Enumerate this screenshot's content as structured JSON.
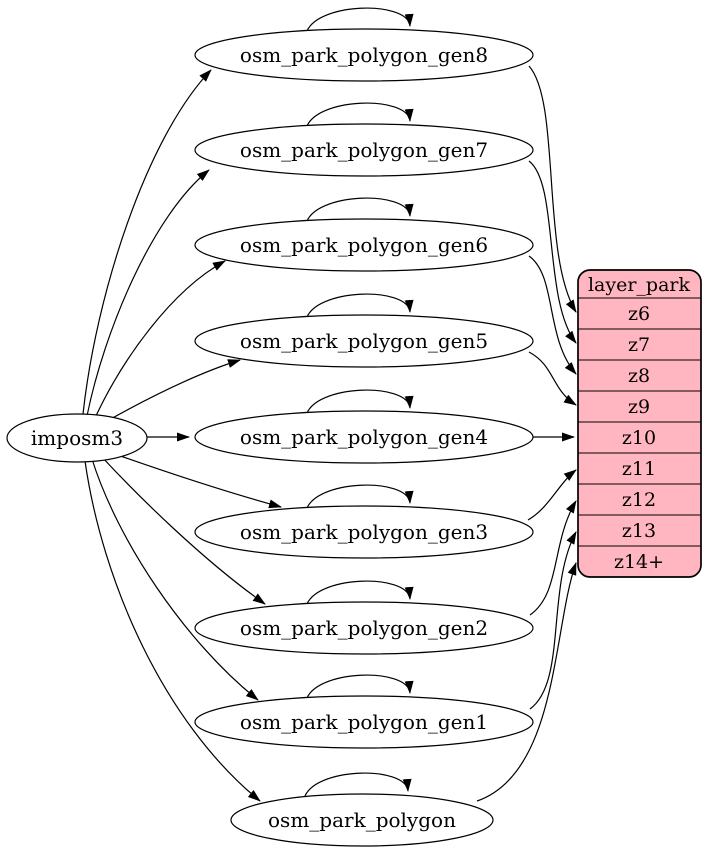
{
  "diagram": {
    "source": {
      "label": "imposm3"
    },
    "tables": [
      {
        "label": "osm_park_polygon_gen8",
        "target_row": "z6"
      },
      {
        "label": "osm_park_polygon_gen7",
        "target_row": "z7"
      },
      {
        "label": "osm_park_polygon_gen6",
        "target_row": "z8"
      },
      {
        "label": "osm_park_polygon_gen5",
        "target_row": "z9"
      },
      {
        "label": "osm_park_polygon_gen4",
        "target_row": "z10"
      },
      {
        "label": "osm_park_polygon_gen3",
        "target_row": "z11"
      },
      {
        "label": "osm_park_polygon_gen2",
        "target_row": "z12"
      },
      {
        "label": "osm_park_polygon_gen1",
        "target_row": "z13"
      },
      {
        "label": "osm_park_polygon",
        "target_row": "z14+"
      }
    ],
    "layer": {
      "title": "layer_park",
      "rows": [
        "z6",
        "z7",
        "z8",
        "z9",
        "z10",
        "z11",
        "z12",
        "z13",
        "z14+"
      ]
    },
    "colors": {
      "layer_fill": "#ffb6c1",
      "node_fill": "#ffffff",
      "stroke": "#000000",
      "background": "#ffffff"
    }
  }
}
